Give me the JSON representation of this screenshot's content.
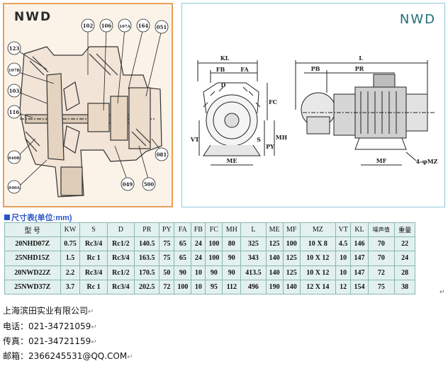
{
  "left": {
    "title": "NWD",
    "labels": [
      "102",
      "106",
      "107A",
      "164",
      "051",
      "123",
      "107B",
      "103",
      "116",
      "040B",
      "040A",
      "049",
      "500",
      "081"
    ]
  },
  "right": {
    "title": "NWD",
    "dims": [
      "KL",
      "FB",
      "FA",
      "D",
      "FC",
      "VT",
      "S",
      "PY",
      "MH",
      "ME",
      "L",
      "PB",
      "PR",
      "MF",
      "4-φMZ"
    ]
  },
  "table": {
    "title": "尺寸表(单位:mm)",
    "headers": [
      "型 号",
      "KW",
      "S",
      "D",
      "PR",
      "PY",
      "FA",
      "FB",
      "FC",
      "MH",
      "L",
      "ME",
      "MF",
      "MZ",
      "VT",
      "KL",
      "噪声值",
      "重量"
    ],
    "rows": [
      [
        "20NHD07Z",
        "0.75",
        "Rc3/4",
        "Rc1/2",
        "140.5",
        "75",
        "65",
        "24",
        "100",
        "80",
        "325",
        "125",
        "100",
        "10 X 8",
        "4.5",
        "146",
        "70",
        "22"
      ],
      [
        "25NHD15Z",
        "1.5",
        "Rc 1",
        "Rc3/4",
        "163.5",
        "75",
        "65",
        "24",
        "100",
        "90",
        "343",
        "140",
        "125",
        "10 X 12",
        "10",
        "147",
        "70",
        "24"
      ],
      [
        "20NWD22Z",
        "2.2",
        "Rc3/4",
        "Rc1/2",
        "170.5",
        "50",
        "90",
        "10",
        "90",
        "90",
        "413.5",
        "140",
        "125",
        "10 X 12",
        "10",
        "147",
        "72",
        "28"
      ],
      [
        "25NWD37Z",
        "3.7",
        "Rc 1",
        "Rc3/4",
        "202.5",
        "72",
        "100",
        "10",
        "95",
        "112",
        "496",
        "190",
        "140",
        "12 X 14",
        "12",
        "154",
        "75",
        "38"
      ]
    ]
  },
  "contact": {
    "company": "上海滨田实业有限公司",
    "phone": "电话：021-34721059",
    "fax": "传真：021-34721159",
    "email": "邮箱：2366245531@QQ.COM"
  },
  "marks": {
    "line_end": "↵"
  }
}
